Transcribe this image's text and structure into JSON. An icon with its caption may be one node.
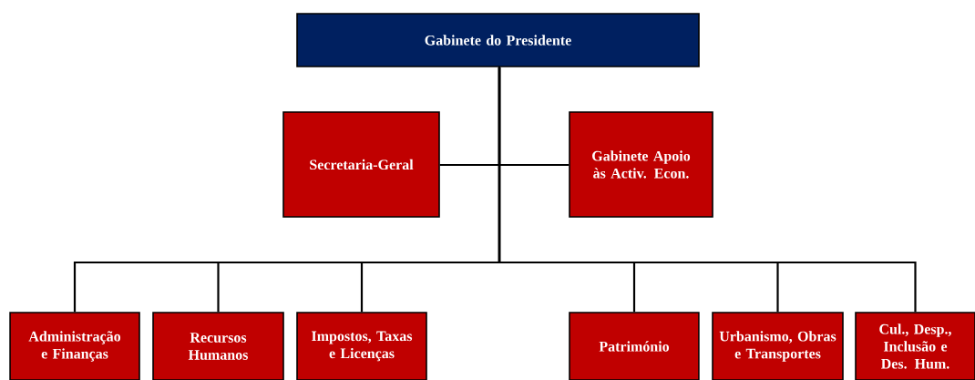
{
  "diagram": {
    "nodes": [
      {
        "text": [
          "Gabinete do Presidente"
        ]
      },
      {
        "text": [
          "Secretaria-Geral"
        ]
      },
      {
        "text": [
          "Gabinete Apoio às Activ. Econ."
        ]
      },
      {
        "text": [
          "Administração e Finanças"
        ]
      },
      {
        "text": [
          "Recursos Humanos"
        ]
      },
      {
        "text": [
          "Impostos, Taxas e Licenças"
        ]
      },
      {
        "text": [
          "Património"
        ]
      },
      {
        "text": [
          "Urbanismo, Obras e Transportes"
        ]
      },
      {
        "text": [
          "Cul., Desp., Inclusão e Des. Hum."
        ]
      }
    ],
    "edges": [
      {
        "from": 0,
        "to": 1,
        "arrow": "none"
      },
      {
        "from": 0,
        "to": 2,
        "arrow": "none"
      },
      {
        "from": 0,
        "to": 3,
        "arrow": "none"
      },
      {
        "from": 0,
        "to": 4,
        "arrow": "none"
      },
      {
        "from": 0,
        "to": 5,
        "arrow": "none"
      },
      {
        "from": 0,
        "to": 6,
        "arrow": "none"
      },
      {
        "from": 0,
        "to": 7,
        "arrow": "none"
      },
      {
        "from": 0,
        "to": 8,
        "arrow": "none"
      }
    ]
  }
}
